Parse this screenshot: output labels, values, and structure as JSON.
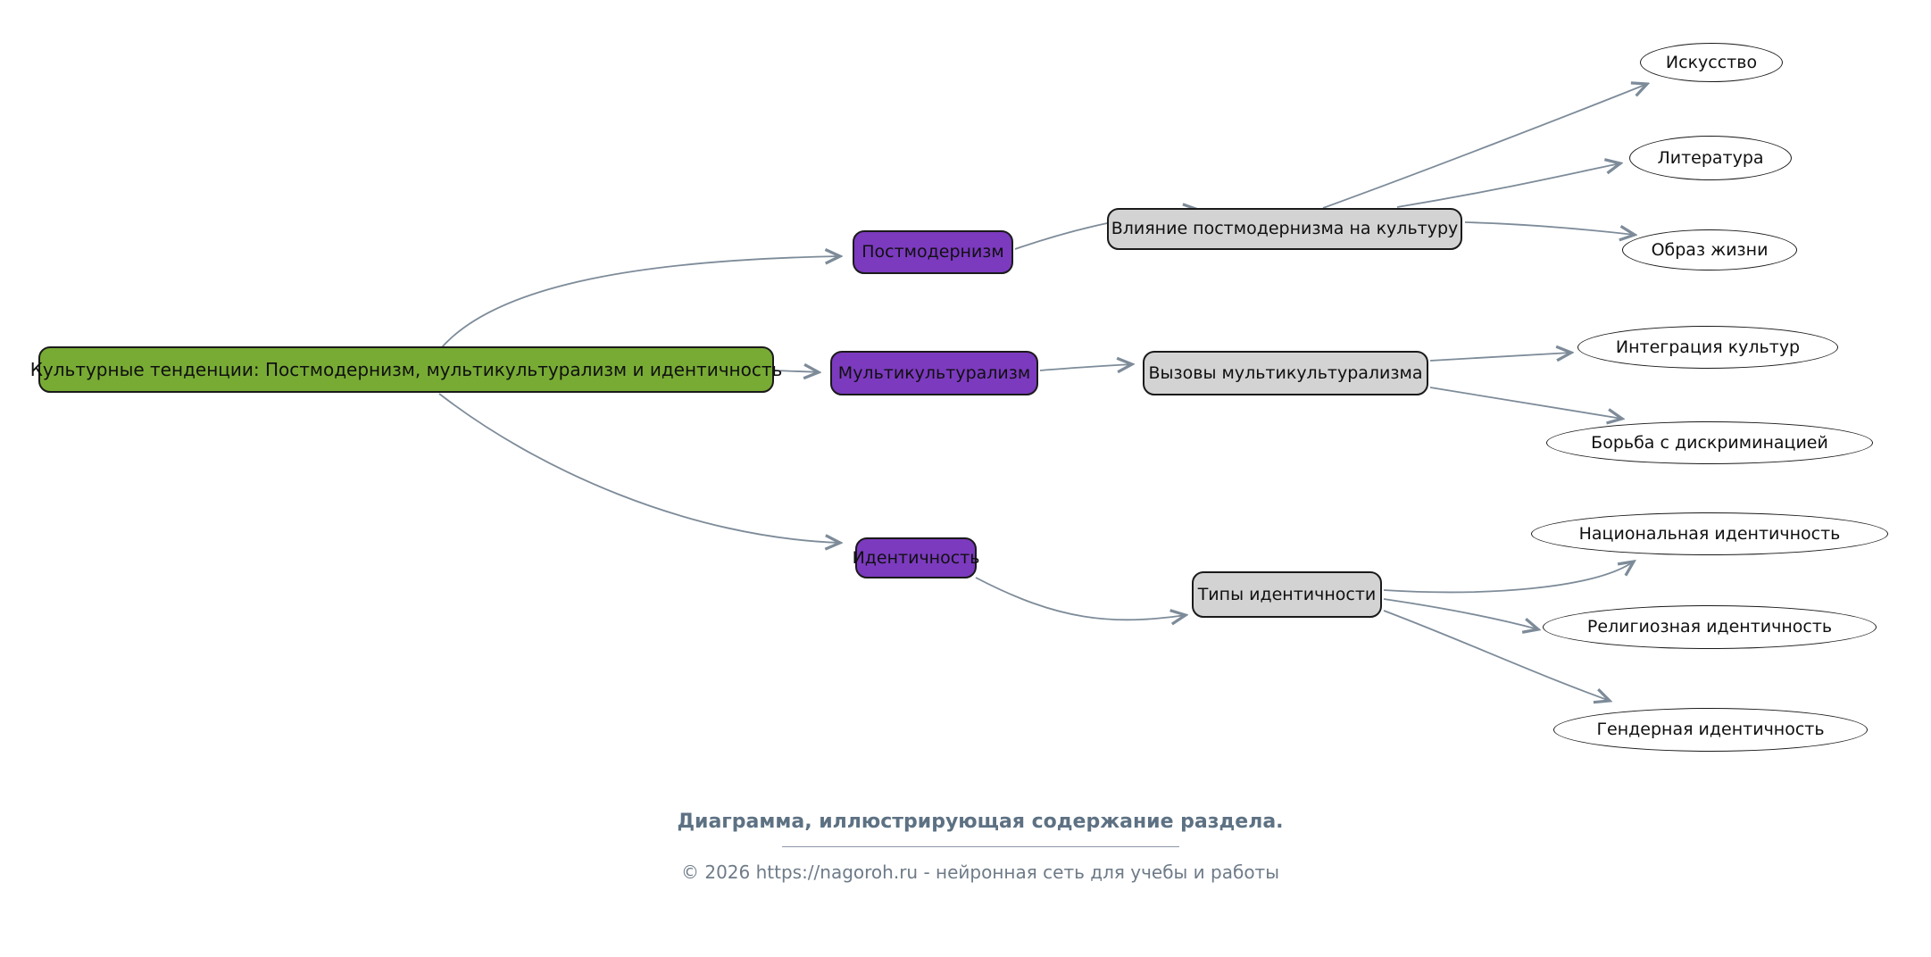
{
  "diagram": {
    "root": {
      "label": "Культурные тенденции: Постмодернизм, мультикультурализм и идентичность"
    },
    "branches": [
      {
        "label": "Постмодернизм",
        "sub": {
          "label": "Влияние постмодернизма на культуру"
        },
        "leaves": [
          {
            "label": "Искусство"
          },
          {
            "label": "Литература"
          },
          {
            "label": "Образ жизни"
          }
        ]
      },
      {
        "label": "Мультикультурализм",
        "sub": {
          "label": "Вызовы мультикультурализма"
        },
        "leaves": [
          {
            "label": "Интеграция культур"
          },
          {
            "label": "Борьба с дискриминацией"
          }
        ]
      },
      {
        "label": "Идентичность",
        "sub": {
          "label": "Типы идентичности"
        },
        "leaves": [
          {
            "label": "Национальная идентичность"
          },
          {
            "label": "Религиозная идентичность"
          },
          {
            "label": "Гендерная идентичность"
          }
        ]
      }
    ]
  },
  "footer": {
    "caption": "Диаграмма, иллюстрирующая содержание раздела.",
    "copyright": "© 2026 https://nagoroh.ru - нейронная сеть для учебы и работы"
  },
  "theme": {
    "background": "#ffffff",
    "root_fill": "#78ab34",
    "branch_fill": "#7c3abf",
    "sub_fill": "#d3d3d3",
    "leaf_fill": "#ffffff",
    "node_border": "#1a1a1a",
    "edge_color": "#7d8b99",
    "caption_color": "#5d7183",
    "copyright_color": "#6e7b88"
  }
}
